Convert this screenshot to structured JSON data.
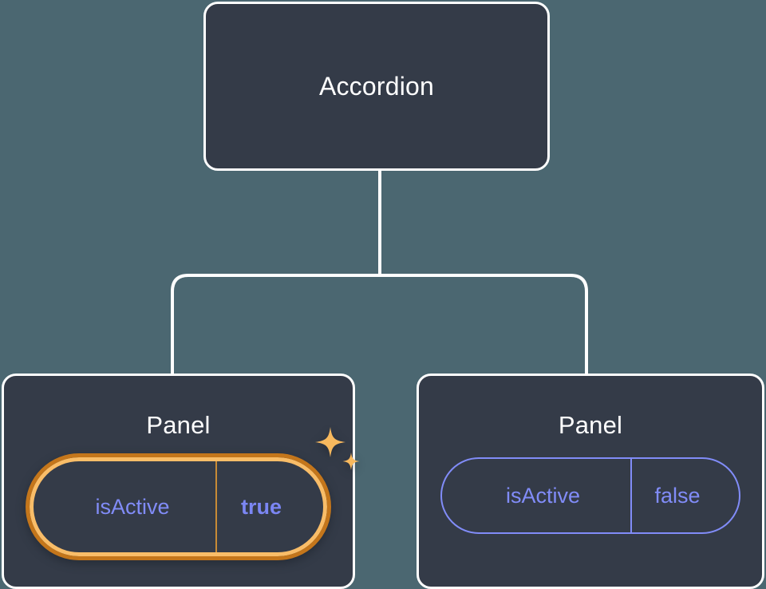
{
  "canvas": {
    "background_color": "#4b6771",
    "node_fill_color": "#343b48",
    "node_border_color": "#ffffff",
    "connector_color": "#ffffff",
    "accent_color": "#818cf8",
    "highlight_outer_color": "#c4761b",
    "highlight_inner_color": "#f9bd68",
    "sparkle_color": "#f8b95e"
  },
  "tree": {
    "root": {
      "title": "Accordion"
    },
    "children": [
      {
        "title": "Panel",
        "highlighted": true,
        "prop": {
          "key": "isActive",
          "value": "true"
        }
      },
      {
        "title": "Panel",
        "highlighted": false,
        "prop": {
          "key": "isActive",
          "value": "false"
        }
      }
    ]
  }
}
